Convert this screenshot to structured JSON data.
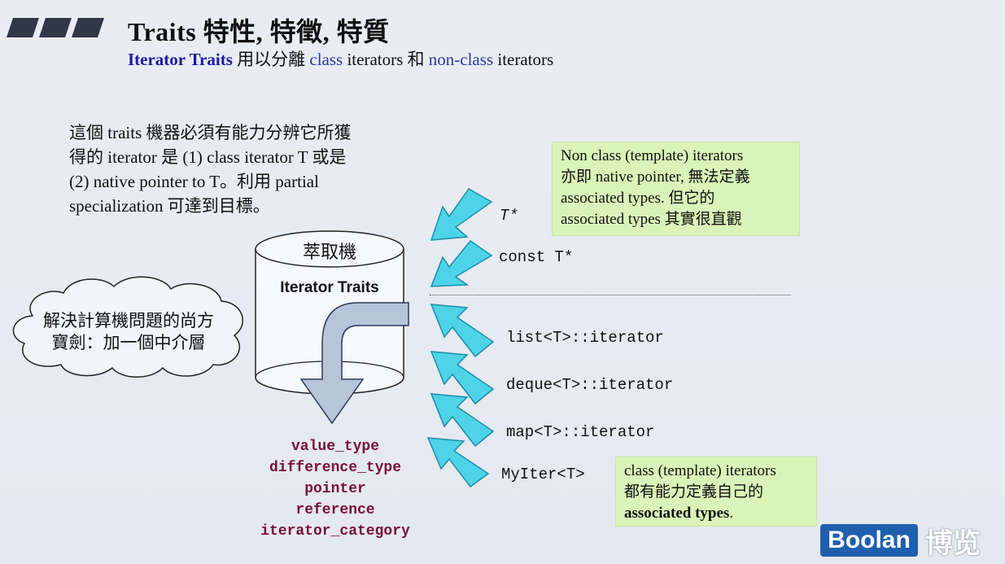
{
  "slide": {
    "title": "Traits  特性, 特徵, 特質",
    "subtitle": {
      "part1": "Iterator Traits",
      "part2": " 用以分離 ",
      "part3": "class",
      "part4": " iterators 和 ",
      "part5": "non-class",
      "part6": " iterators"
    },
    "description": [
      "這個 traits 機器必須有能力分辨它所獲",
      "得的 iterator 是 (1) class iterator T 或是",
      "(2) native pointer to T。利用 partial",
      "specialization 可達到目標。"
    ],
    "drum": {
      "top_label": "萃取機",
      "label": "Iterator Traits"
    },
    "cloud": {
      "lines": [
        "解決計算機問題的尚方",
        "寶劍：加一個中介層"
      ]
    },
    "associated_types": [
      "value_type",
      "difference_type",
      "pointer",
      "reference",
      "iterator_category"
    ],
    "inputs": {
      "t_ptr": "T*",
      "const_t_ptr": "const  T*",
      "list_iter": "list<T>::iterator",
      "deque_iter": "deque<T>::iterator",
      "map_iter": "map<T>::iterator",
      "myiter": "MyIter<T>"
    },
    "note_nonclass": [
      "Non class (template) iterators",
      "亦即 native pointer, 無法定義",
      "associated types. 但它的",
      "associated types 其實很直觀"
    ],
    "note_class": {
      "line1": "class (template) iterators",
      "line2": "都有能力定義自己的",
      "line3": "associated types",
      "line3_suffix": "."
    },
    "logo": {
      "text": "Boolan",
      "cn": "博览"
    }
  },
  "colors": {
    "arrow_fill": "#4fd3e8",
    "arrow_dark": "#1b8fa8",
    "note_bg": "#d9f3b8",
    "assoc_text": "#7a0f3a",
    "logo_bg": "#1f5fae"
  }
}
